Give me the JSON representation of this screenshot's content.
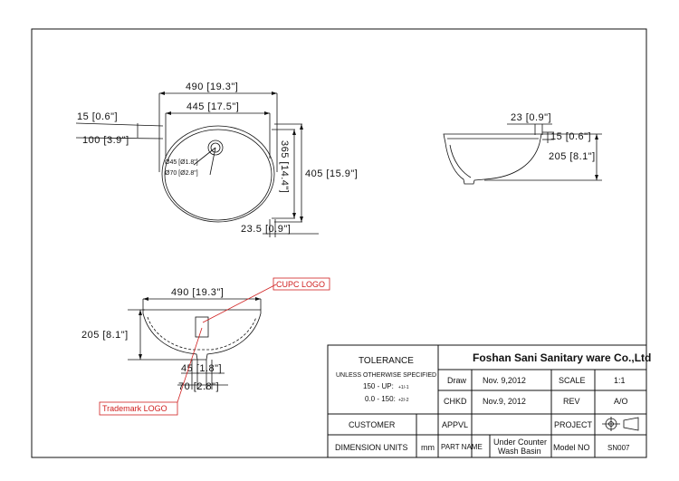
{
  "top_view": {
    "width_outer": "490 [19.3\"]",
    "width_inner": "445 [17.5\"]",
    "rim_offset": "15 [0.6\"]",
    "drain_offset": "100 [3.9\"]",
    "depth_inner": "365 [14.4\"]",
    "depth_outer": "405 [15.9\"]",
    "rim_bottom": "23.5 [0.9\"]",
    "drain_hole": "Ø45 [Ø1.8\"]",
    "drain_outer": "Ø70 [Ø2.8\"]"
  },
  "side_view": {
    "rim_width": "23 [0.9\"]",
    "rim_height": "15 [0.6\"]",
    "height": "205 [8.1\"]"
  },
  "front_view": {
    "width": "490 [19.3\"]",
    "height": "205 [8.1\"]",
    "drain_hole": "45 [1.8\"]",
    "drain_outer": "70 [2.8\"]",
    "cupc_label": "CUPC LOGO",
    "trademark_label": "Trademark LOGO"
  },
  "title_block": {
    "tolerance_title": "TOLERANCE",
    "tolerance_note": "UNLESS OTHERWISE SPECIFIED",
    "tol_150_up": "150 - UP:",
    "tol_150_up_value": "+1/-1",
    "tol_0_150": "0.0 - 150:",
    "tol_0_150_value": "+2/-2",
    "company": "Foshan Sani Sanitary ware Co.,Ltd",
    "draw_label": "Draw",
    "draw_date": "Nov. 9,2012",
    "scale_label": "SCALE",
    "scale_value": "1:1",
    "chkd_label": "CHKD",
    "chkd_date": "Nov.9, 2012",
    "rev_label": "REV",
    "rev_value": "A/O",
    "customer_label": "CUSTOMER",
    "appvl_label": "APPVL",
    "project_label": "PROJECT",
    "dimension_units_label": "DIMENSION UNITS",
    "dimension_units_value": "mm",
    "part_name_label": "PART NAME",
    "part_name_line1": "Under Counter",
    "part_name_line2": "Wash Basin",
    "model_no_label": "Model NO",
    "model_no_value": "SN007"
  }
}
